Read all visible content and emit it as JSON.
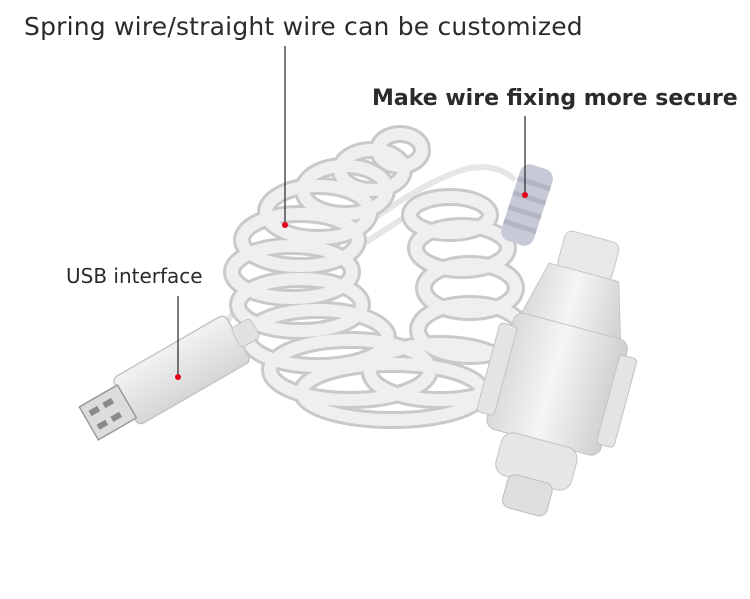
{
  "labels": {
    "spring_wire": "Spring wire/straight wire can be customized",
    "wire_fixing": "Make wire fixing more secure",
    "usb": "USB interface"
  },
  "colors": {
    "cable": "#eaeaea",
    "cable_shadow": "#c9c9c9",
    "strain_relief": "#c8c9d6",
    "callout_line": "#333333",
    "callout_dot": "#e2001a"
  }
}
